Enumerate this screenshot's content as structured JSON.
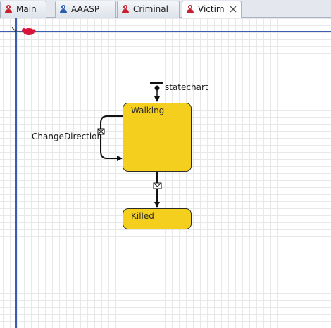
{
  "tabs": [
    {
      "label": "Main",
      "icon": "agent-red-icon",
      "active": false
    },
    {
      "label": "AAASP",
      "icon": "agent-blue-icon",
      "active": false
    },
    {
      "label": "Criminal",
      "icon": "agent-red-icon",
      "active": false
    },
    {
      "label": "Victim",
      "icon": "agent-red-icon",
      "active": true,
      "closable": true
    }
  ],
  "colors": {
    "state_fill": "#f5cf1d",
    "axis": "#3a5fb0",
    "origin_marker": "#d9143a"
  },
  "statechart": {
    "entry_label": "statechart",
    "states": [
      {
        "name": "Walking"
      },
      {
        "name": "Killed"
      }
    ],
    "transitions": [
      {
        "label": "ChangeDirection",
        "trigger": "message",
        "from": "Walking",
        "to": "Walking"
      },
      {
        "label": "",
        "trigger": "message",
        "from": "Walking",
        "to": "Killed"
      }
    ]
  }
}
